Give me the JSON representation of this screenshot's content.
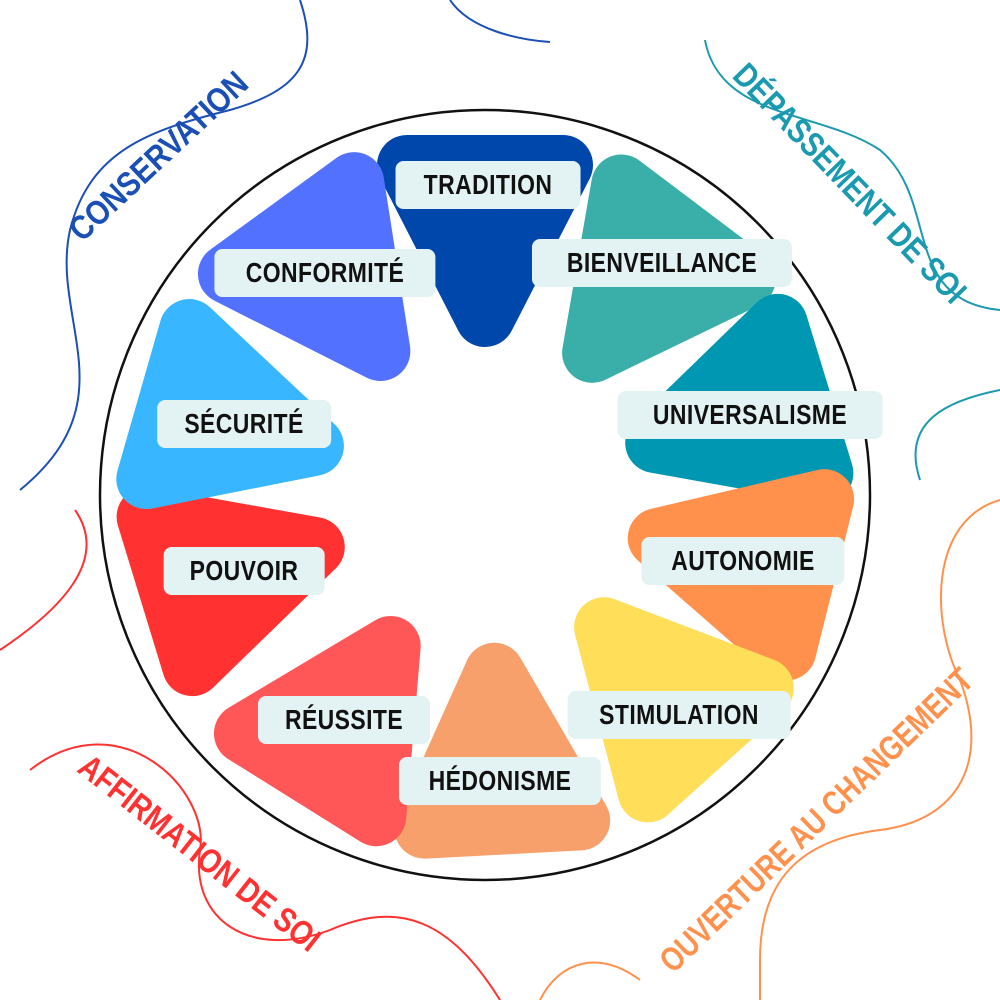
{
  "values": [
    {
      "key": "tradition",
      "label": "TRADITION",
      "color": "#0047ab"
    },
    {
      "key": "bienveillance",
      "label": "BIENVEILLANCE",
      "color": "#3aafa9"
    },
    {
      "key": "universalisme",
      "label": "UNIVERSALISME",
      "color": "#0097b2"
    },
    {
      "key": "autonomie",
      "label": "AUTONOMIE",
      "color": "#ff914d"
    },
    {
      "key": "stimulation",
      "label": "STIMULATION",
      "color": "#ffde59"
    },
    {
      "key": "hedonisme",
      "label": "HÉDONISME",
      "color": "#f8a06b"
    },
    {
      "key": "reussite",
      "label": "RÉUSSITE",
      "color": "#ff5757"
    },
    {
      "key": "pouvoir",
      "label": "POUVOIR",
      "color": "#ff3131"
    },
    {
      "key": "securite",
      "label": "SÉCURITÉ",
      "color": "#38b6ff"
    },
    {
      "key": "conformite",
      "label": "CONFORMITÉ",
      "color": "#5271ff"
    }
  ],
  "groups": {
    "conservation": {
      "label": "CONSERVATION",
      "color": "#1a4fb5"
    },
    "depassement": {
      "label": "DÉPASSEMENT DE SOI",
      "color": "#1a9ab0"
    },
    "affirmation": {
      "label": "AFFIRMATION DE SOI",
      "color": "#ff3131"
    },
    "ouverture": {
      "label": "OUVERTURE AU CHANGEMENT",
      "color": "#ff914d"
    }
  }
}
